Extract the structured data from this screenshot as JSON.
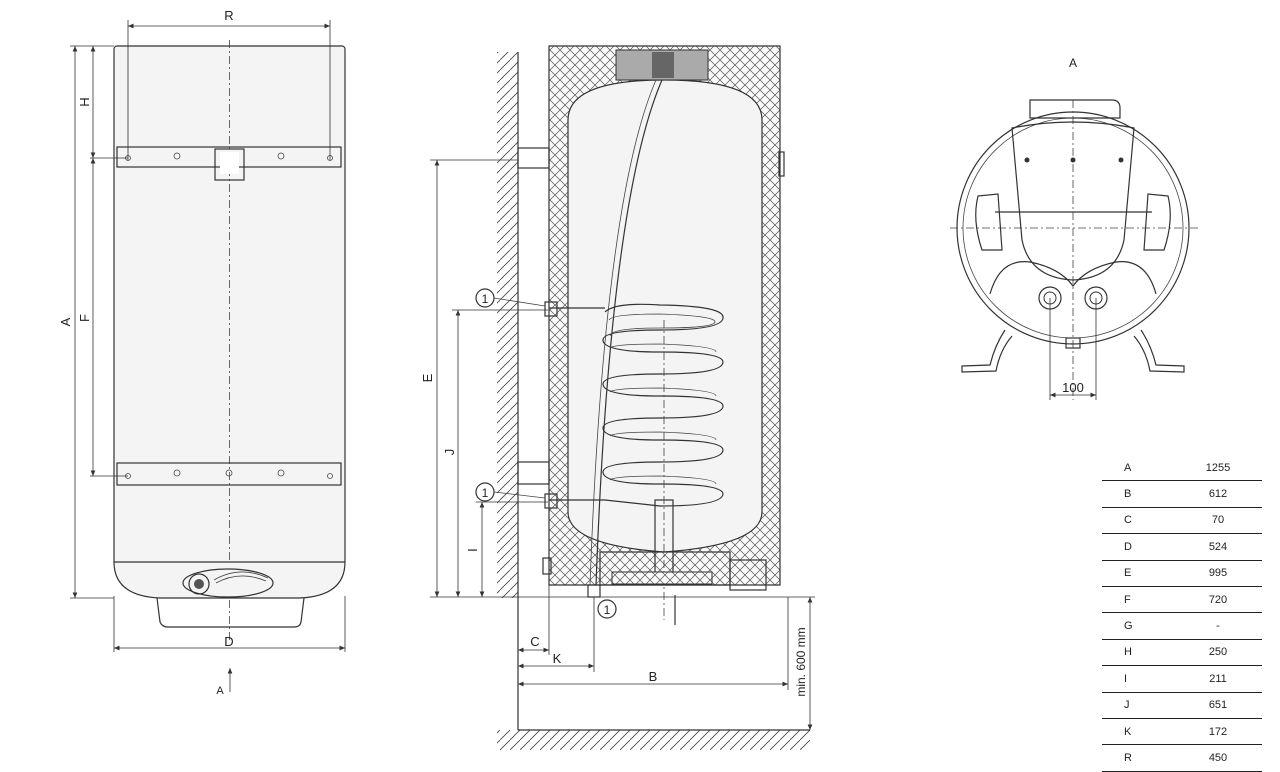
{
  "labels": {
    "R": "R",
    "H": "H",
    "A": "A",
    "F": "F",
    "D": "D",
    "view_arrow": "A",
    "E": "E",
    "J": "J",
    "I": "I",
    "C": "C",
    "K": "K",
    "B": "B",
    "min_distance": "min. 600 mm",
    "port_marker": "1",
    "view_a_title": "A",
    "spacing_100": "100"
  },
  "specs": [
    {
      "key": "A",
      "value": "1255"
    },
    {
      "key": "B",
      "value": "612"
    },
    {
      "key": "C",
      "value": "70"
    },
    {
      "key": "D",
      "value": "524"
    },
    {
      "key": "E",
      "value": "995"
    },
    {
      "key": "F",
      "value": "720"
    },
    {
      "key": "G",
      "value": "-"
    },
    {
      "key": "H",
      "value": "250"
    },
    {
      "key": "I",
      "value": "211"
    },
    {
      "key": "J",
      "value": "651"
    },
    {
      "key": "K",
      "value": "172"
    },
    {
      "key": "R",
      "value": "450"
    }
  ]
}
